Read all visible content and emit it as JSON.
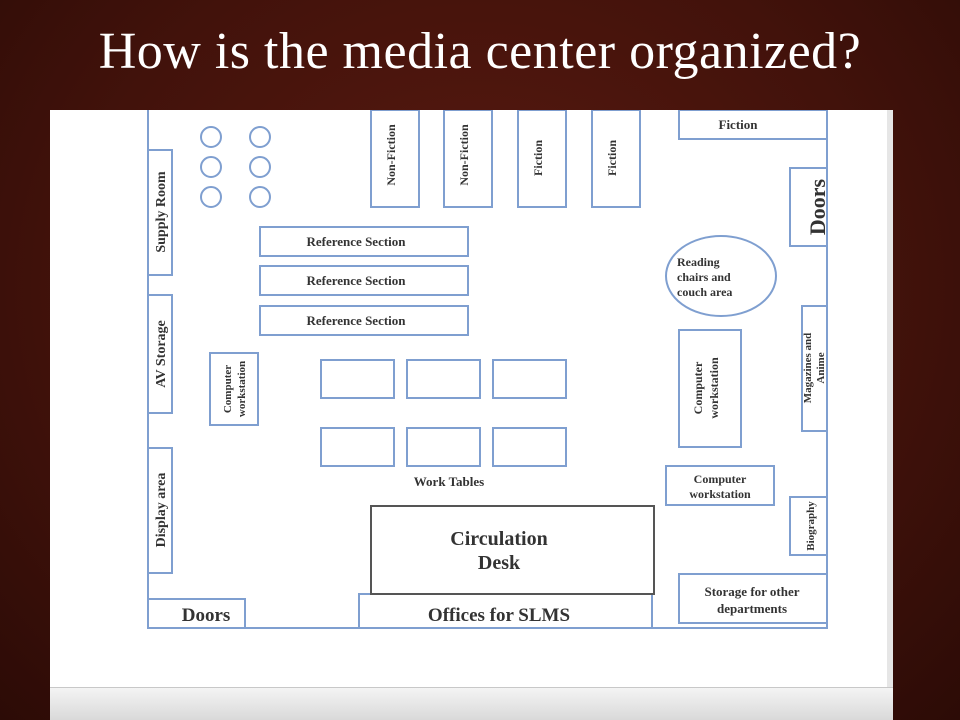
{
  "title": "How is the media center organized?",
  "floorplan": {
    "labels": {
      "fiction_top": "Fiction",
      "doors_right": "Doors",
      "non_fiction_1": "Non-Fiction",
      "non_fiction_2": "Non-Fiction",
      "fiction_1": "Fiction",
      "fiction_2": "Fiction",
      "supply_room": "Supply Room",
      "av_storage": "AV Storage",
      "display_area": "Display area",
      "reference_1": "Reference Section",
      "reference_2": "Reference Section",
      "reference_3": "Reference Section",
      "reading_1": "Reading",
      "reading_2": "chairs and",
      "reading_3": "couch area",
      "computer_left_1": "Computer",
      "computer_left_2": "workstation",
      "computer_right_1": "Computer",
      "computer_right_2": "workstation",
      "computer_small_1": "Computer",
      "computer_small_2": "workstation",
      "magazines_1": "Magazines and",
      "magazines_2": "Anime",
      "biography": "Biography",
      "work_tables": "Work Tables",
      "circulation_1": "Circulation",
      "circulation_2": "Desk",
      "storage_1": "Storage for other",
      "storage_2": "departments",
      "doors_left": "Doors",
      "offices": "Offices for SLMS"
    },
    "colors": {
      "outline": "#7f9fd0",
      "text": "#333333",
      "circulation_border": "#555555"
    }
  }
}
